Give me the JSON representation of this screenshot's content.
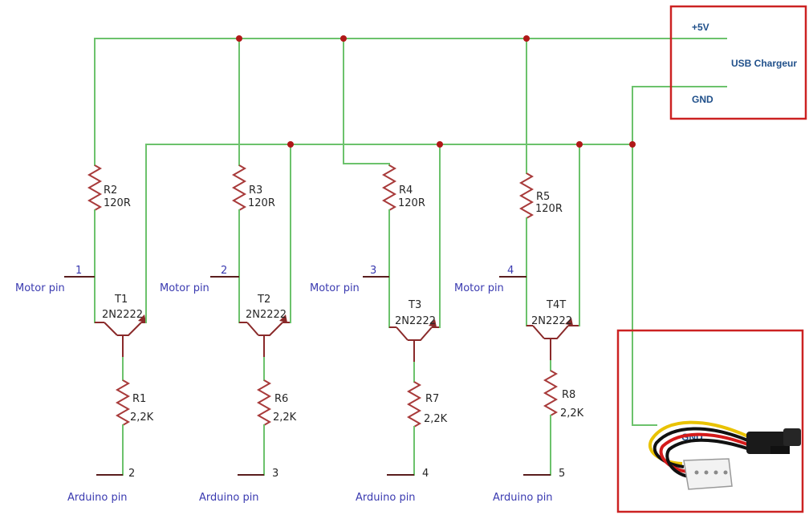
{
  "colors": {
    "wire": "#6cc26c",
    "resistor": "#a83a3a",
    "transistor": "#8a2a2a",
    "junction": "#b01818",
    "label": "#3a3ab0",
    "highlight_box": "#cc2222"
  },
  "usb": {
    "plus": "+5V",
    "title": "USB Chargeur",
    "gnd": "GND"
  },
  "sata": {
    "gnd": "GND"
  },
  "channels": [
    {
      "motor_num": "1",
      "motor_label": "Motor pin",
      "r_top": "R2",
      "r_top_val": "120R",
      "t_name": "T1",
      "t_type": "2N2222",
      "r_bot": "R1",
      "r_bot_val": "2,2K",
      "ard_num": "2",
      "ard_label": "Arduino pin"
    },
    {
      "motor_num": "2",
      "motor_label": "Motor pin",
      "r_top": "R3",
      "r_top_val": "120R",
      "t_name": "T2",
      "t_type": "2N2222",
      "r_bot": "R6",
      "r_bot_val": "2,2K",
      "ard_num": "3",
      "ard_label": "Arduino pin"
    },
    {
      "motor_num": "3",
      "motor_label": "Motor pin",
      "r_top": "R4",
      "r_top_val": "120R",
      "t_name": "T3",
      "t_type": "2N2222",
      "r_bot": "R7",
      "r_bot_val": "2,2K",
      "ard_num": "4",
      "ard_label": "Arduino pin"
    },
    {
      "motor_num": "4",
      "motor_label": "Motor pin",
      "r_top": "R5",
      "r_top_val": "120R",
      "t_name": "T4T",
      "t_type": "2N2222",
      "r_bot": "R8",
      "r_bot_val": "2,2K",
      "ard_num": "5",
      "ard_label": "Arduino pin"
    }
  ]
}
